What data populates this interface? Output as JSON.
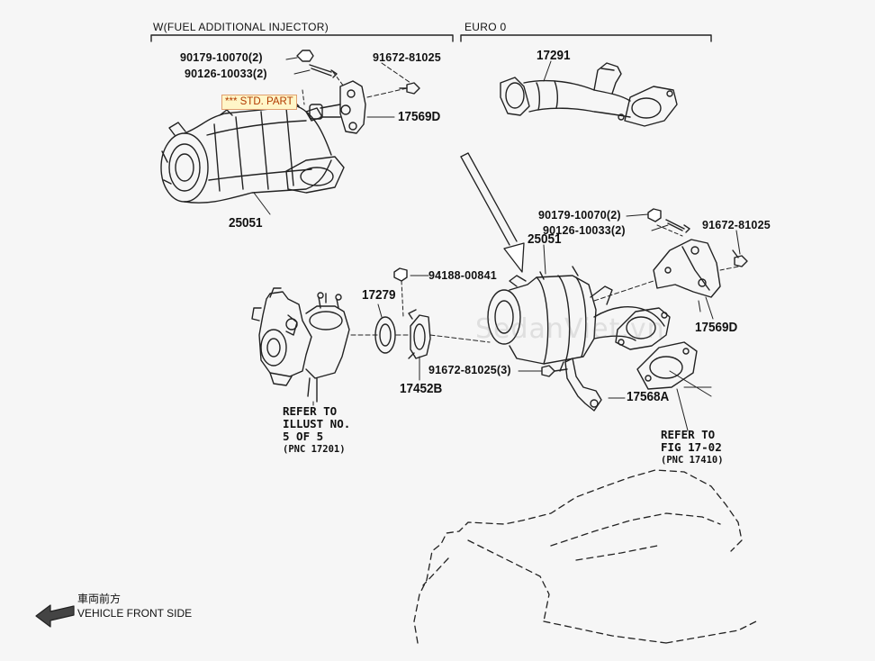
{
  "watermark": "SedanViet.vn",
  "sections": {
    "left_title": "W(FUEL ADDITIONAL INJECTOR)",
    "right_title": "EURO 0"
  },
  "std_badge": "*** STD. PART",
  "part_numbers": {
    "nut_top_left": "90179-10070(2)",
    "stud_top_left": "90126-10033(2)",
    "bolt_top_left": "91672-81025",
    "bracket_top_left": "17569D",
    "converter_top_left": "25051",
    "pipe_euro": "17291",
    "nut_right": "90179-10070(2)",
    "stud_right": "90126-10033(2)",
    "bolt_right": "91672-81025",
    "converter_right": "25051",
    "bracket_right": "17569D",
    "gasket": "17279",
    "nut_center": "94188-00841",
    "bolt_center": "91672-81025(3)",
    "clamp": "17452B",
    "stay": "17568A"
  },
  "references": {
    "turbo": [
      "REFER TO",
      "ILLUST NO.",
      "5 OF 5",
      "(PNC 17201)"
    ],
    "gasket_ref": [
      "REFER TO",
      "FIG 17-02",
      "(PNC 17410)"
    ]
  },
  "vehicle_front": {
    "jp": "車両前方",
    "en": "VEHICLE FRONT SIDE"
  }
}
